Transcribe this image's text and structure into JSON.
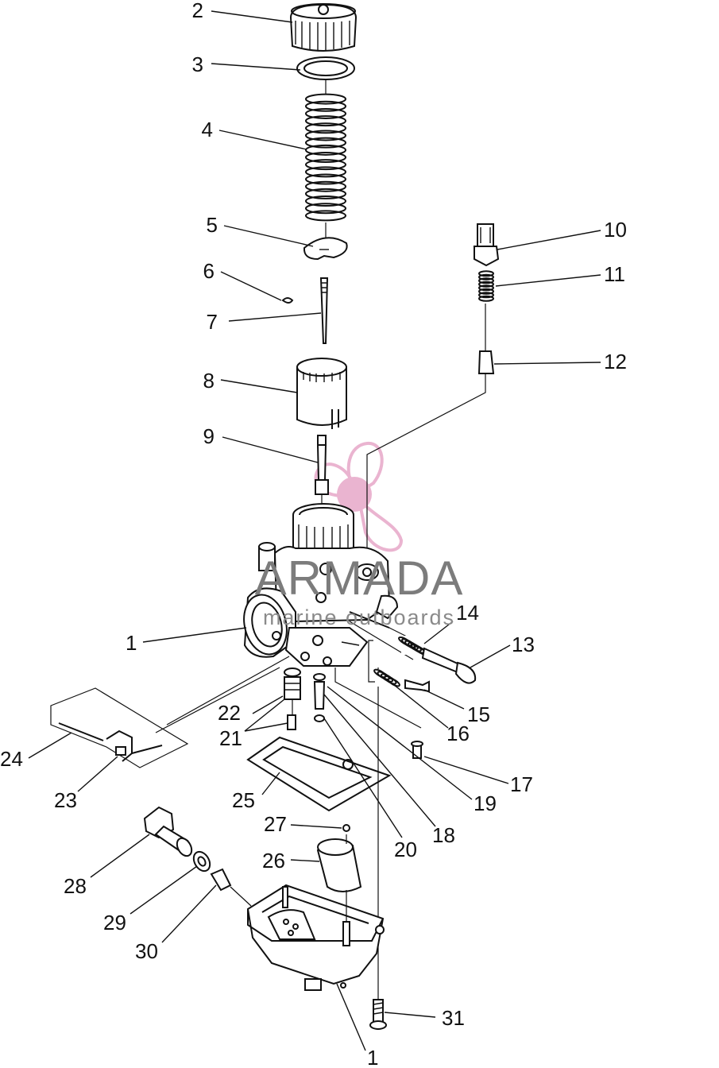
{
  "watermark": {
    "title": "ARMADA",
    "subtitle": "marine outboards",
    "logo_color": "#e7a7c8"
  },
  "callouts": [
    {
      "label": "1"
    },
    {
      "label": "2"
    },
    {
      "label": "3"
    },
    {
      "label": "4"
    },
    {
      "label": "5"
    },
    {
      "label": "6"
    },
    {
      "label": "7"
    },
    {
      "label": "8"
    },
    {
      "label": "9"
    },
    {
      "label": "10"
    },
    {
      "label": "11"
    },
    {
      "label": "12"
    },
    {
      "label": "13"
    },
    {
      "label": "14"
    },
    {
      "label": "15"
    },
    {
      "label": "16"
    },
    {
      "label": "17"
    },
    {
      "label": "18"
    },
    {
      "label": "19"
    },
    {
      "label": "20"
    },
    {
      "label": "21"
    },
    {
      "label": "22"
    },
    {
      "label": "23"
    },
    {
      "label": "24"
    },
    {
      "label": "25"
    },
    {
      "label": "26"
    },
    {
      "label": "27"
    },
    {
      "label": "28"
    },
    {
      "label": "29"
    },
    {
      "label": "30"
    },
    {
      "label": "31"
    },
    {
      "label": "1"
    }
  ]
}
